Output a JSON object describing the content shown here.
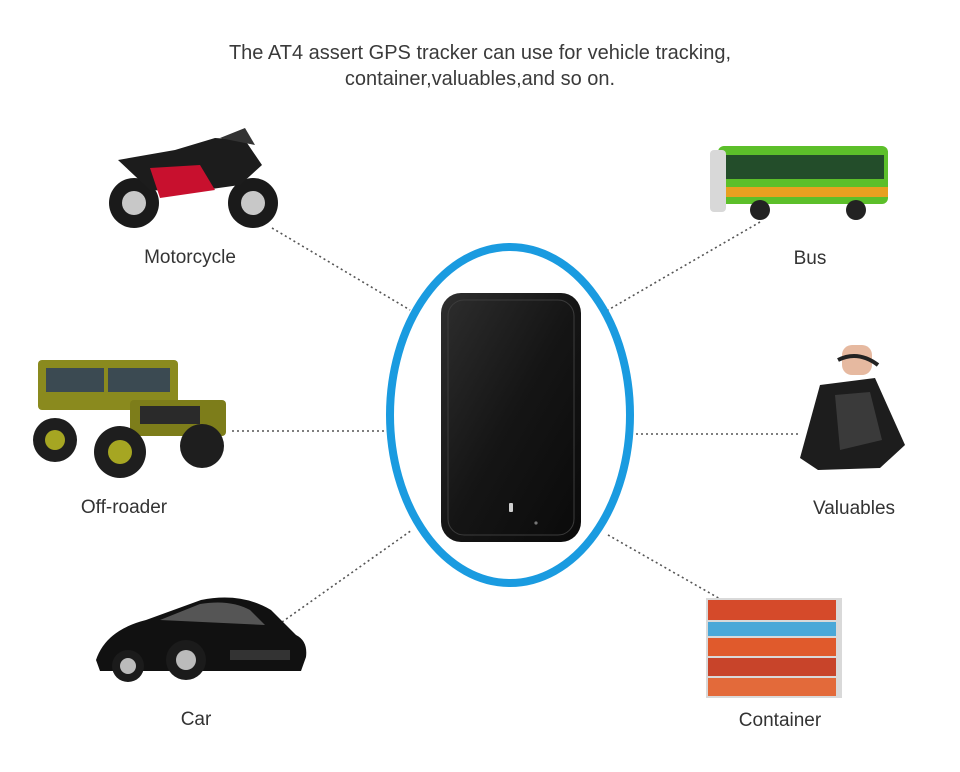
{
  "headline": {
    "line1": "The AT4 assert GPS tracker can use for vehicle tracking,",
    "line2": "container,valuables,and so on."
  },
  "uses": {
    "motorcycle": "Motorcycle",
    "bus": "Bus",
    "offroader": "Off-roader",
    "valuables": "Valuables",
    "car": "Car",
    "container": "Container"
  },
  "colors": {
    "ring": "#1a9be0",
    "device": "#141414",
    "connector": "#555555"
  }
}
